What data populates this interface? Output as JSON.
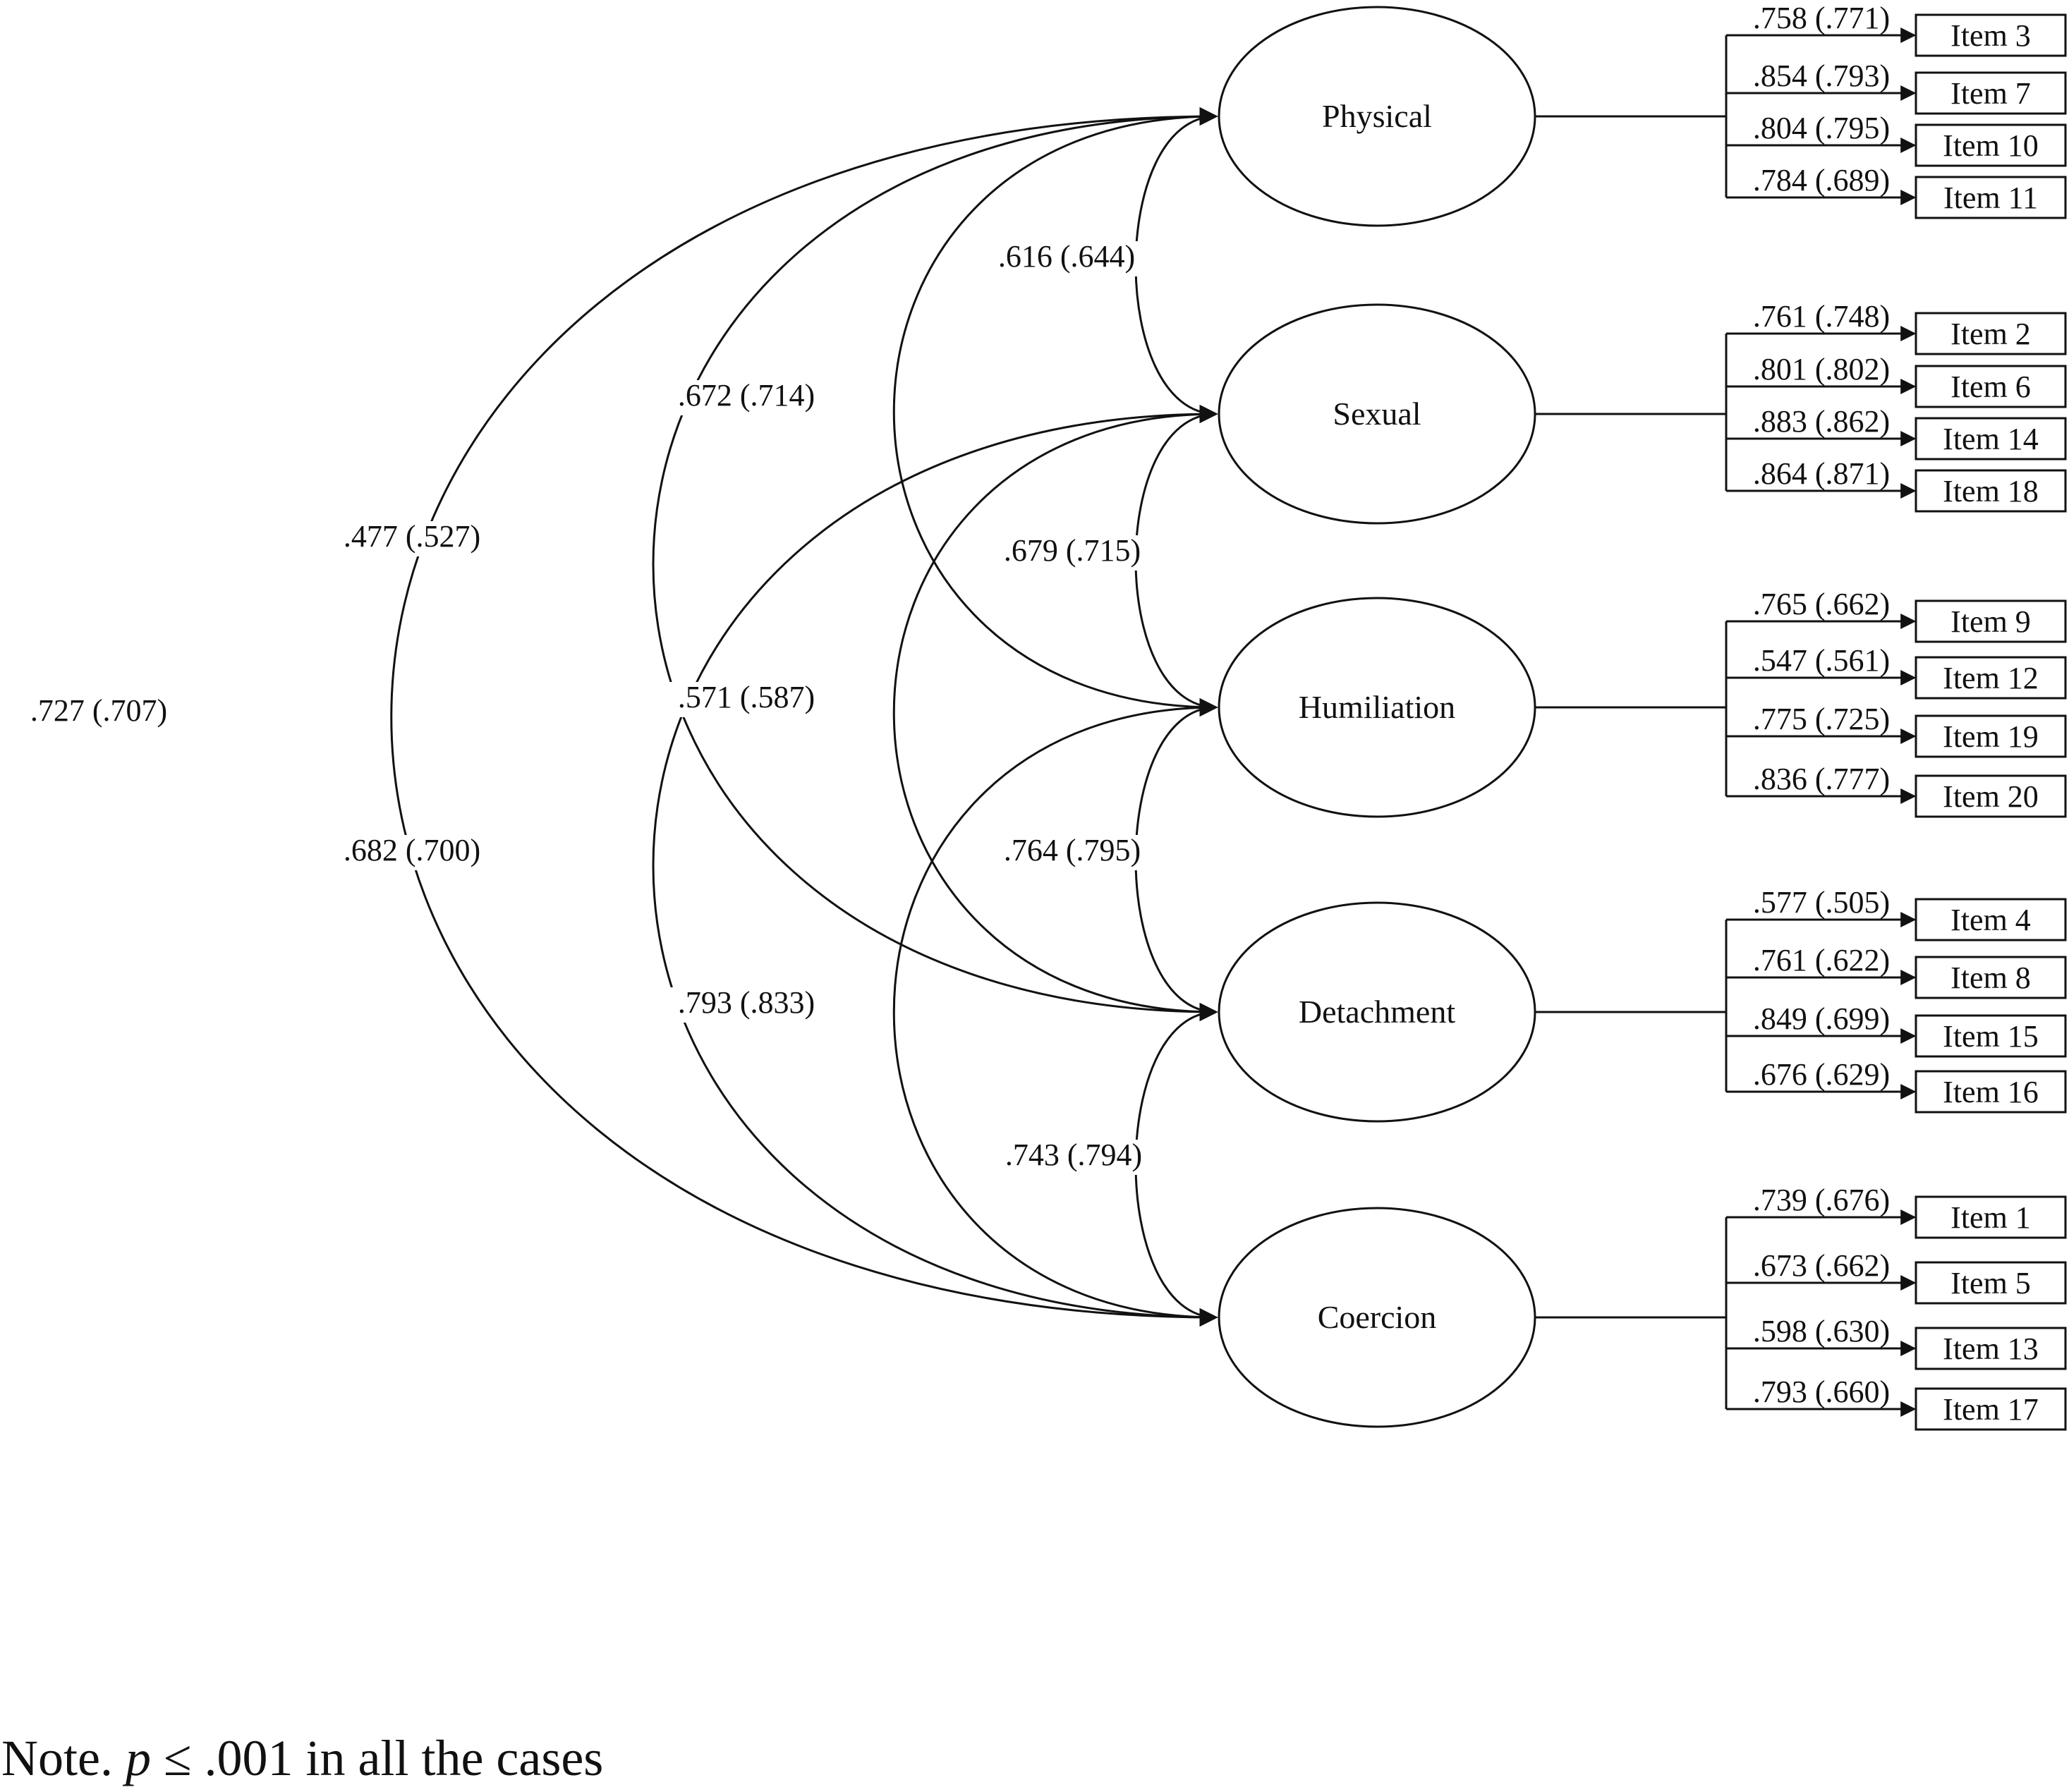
{
  "factors": [
    {
      "name": "Physical",
      "items": [
        {
          "label": "Item 3",
          "loading": ".758 (.771)"
        },
        {
          "label": "Item 7",
          "loading": ".854 (.793)"
        },
        {
          "label": "Item 10",
          "loading": ".804 (.795)"
        },
        {
          "label": "Item 11",
          "loading": ".784 (.689)"
        }
      ]
    },
    {
      "name": "Sexual",
      "items": [
        {
          "label": "Item 2",
          "loading": ".761 (.748)"
        },
        {
          "label": "Item 6",
          "loading": ".801 (.802)"
        },
        {
          "label": "Item 14",
          "loading": ".883 (.862)"
        },
        {
          "label": "Item 18",
          "loading": ".864 (.871)"
        }
      ]
    },
    {
      "name": "Humiliation",
      "items": [
        {
          "label": "Item 9",
          "loading": ".765 (.662)"
        },
        {
          "label": "Item 12",
          "loading": ".547 (.561)"
        },
        {
          "label": "Item 19",
          "loading": ".775 (.725)"
        },
        {
          "label": "Item 20",
          "loading": ".836 (.777)"
        }
      ]
    },
    {
      "name": "Detachment",
      "items": [
        {
          "label": "Item 4",
          "loading": ".577 (.505)"
        },
        {
          "label": "Item 8",
          "loading": ".761 (.622)"
        },
        {
          "label": "Item 15",
          "loading": ".849 (.699)"
        },
        {
          "label": "Item 16",
          "loading": ".676 (.629)"
        }
      ]
    },
    {
      "name": "Coercion",
      "items": [
        {
          "label": "Item 1",
          "loading": ".739 (.676)"
        },
        {
          "label": "Item 5",
          "loading": ".673 (.662)"
        },
        {
          "label": "Item 13",
          "loading": ".598 (.630)"
        },
        {
          "label": "Item 17",
          "loading": ".793 (.660)"
        }
      ]
    }
  ],
  "correlations": [
    {
      "from": "Physical",
      "to": "Sexual",
      "value": ".616 (.644)"
    },
    {
      "from": "Physical",
      "to": "Humiliation",
      "value": ".672 (.714)"
    },
    {
      "from": "Physical",
      "to": "Detachment",
      "value": ".477 (.527)"
    },
    {
      "from": "Physical",
      "to": "Coercion",
      "value": ".727 (.707)"
    },
    {
      "from": "Sexual",
      "to": "Humiliation",
      "value": ".679 (.715)"
    },
    {
      "from": "Sexual",
      "to": "Detachment",
      "value": ".571 (.587)"
    },
    {
      "from": "Sexual",
      "to": "Coercion",
      "value": ".682 (.700)"
    },
    {
      "from": "Humiliation",
      "to": "Detachment",
      "value": ".764 (.795)"
    },
    {
      "from": "Humiliation",
      "to": "Coercion",
      "value": ".793 (.833)"
    },
    {
      "from": "Detachment",
      "to": "Coercion",
      "value": ".743 (.794)"
    }
  ],
  "note": {
    "prefix": "Note. ",
    "symbol": "p",
    "suffix": " ≤ .001 in all the cases"
  }
}
